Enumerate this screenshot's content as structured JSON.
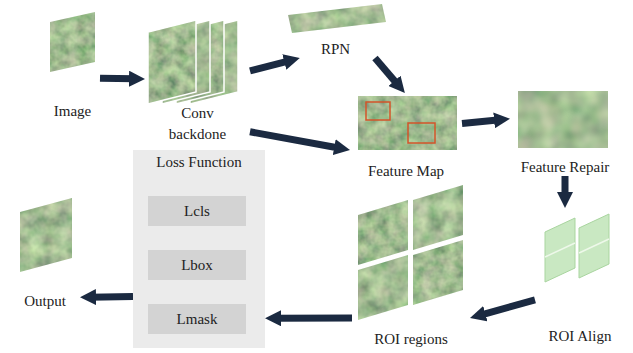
{
  "diagram": {
    "nodes": [
      {
        "text": [
          "Image"
        ]
      },
      {
        "text": [
          "Conv backdone"
        ]
      },
      {
        "text": [
          "RPN"
        ]
      },
      {
        "text": [
          "Feature Map"
        ]
      },
      {
        "text": [
          "Feature Repair"
        ]
      },
      {
        "text": [
          "ROI Align"
        ]
      },
      {
        "text": [
          "ROI regions"
        ]
      },
      {
        "text": [
          "Loss Function"
        ]
      },
      {
        "text": [
          "Lcls"
        ],
        "in": 7
      },
      {
        "text": [
          "Lbox"
        ],
        "in": 7
      },
      {
        "text": [
          "Lmask"
        ],
        "in": 7
      },
      {
        "text": [
          "Output"
        ]
      }
    ],
    "edges": [
      {
        "from": 0,
        "to": 1,
        "arrow": "to"
      },
      {
        "from": 1,
        "to": 2,
        "arrow": "to"
      },
      {
        "from": 2,
        "to": 3,
        "arrow": "to"
      },
      {
        "from": 1,
        "to": 3,
        "arrow": "to"
      },
      {
        "from": 3,
        "to": 4,
        "arrow": "to"
      },
      {
        "from": 4,
        "to": 5,
        "arrow": "to"
      },
      {
        "from": 5,
        "to": 6,
        "arrow": "to"
      },
      {
        "from": 6,
        "to": 7,
        "arrow": "to"
      },
      {
        "from": 7,
        "to": 11,
        "arrow": "to"
      }
    ]
  }
}
